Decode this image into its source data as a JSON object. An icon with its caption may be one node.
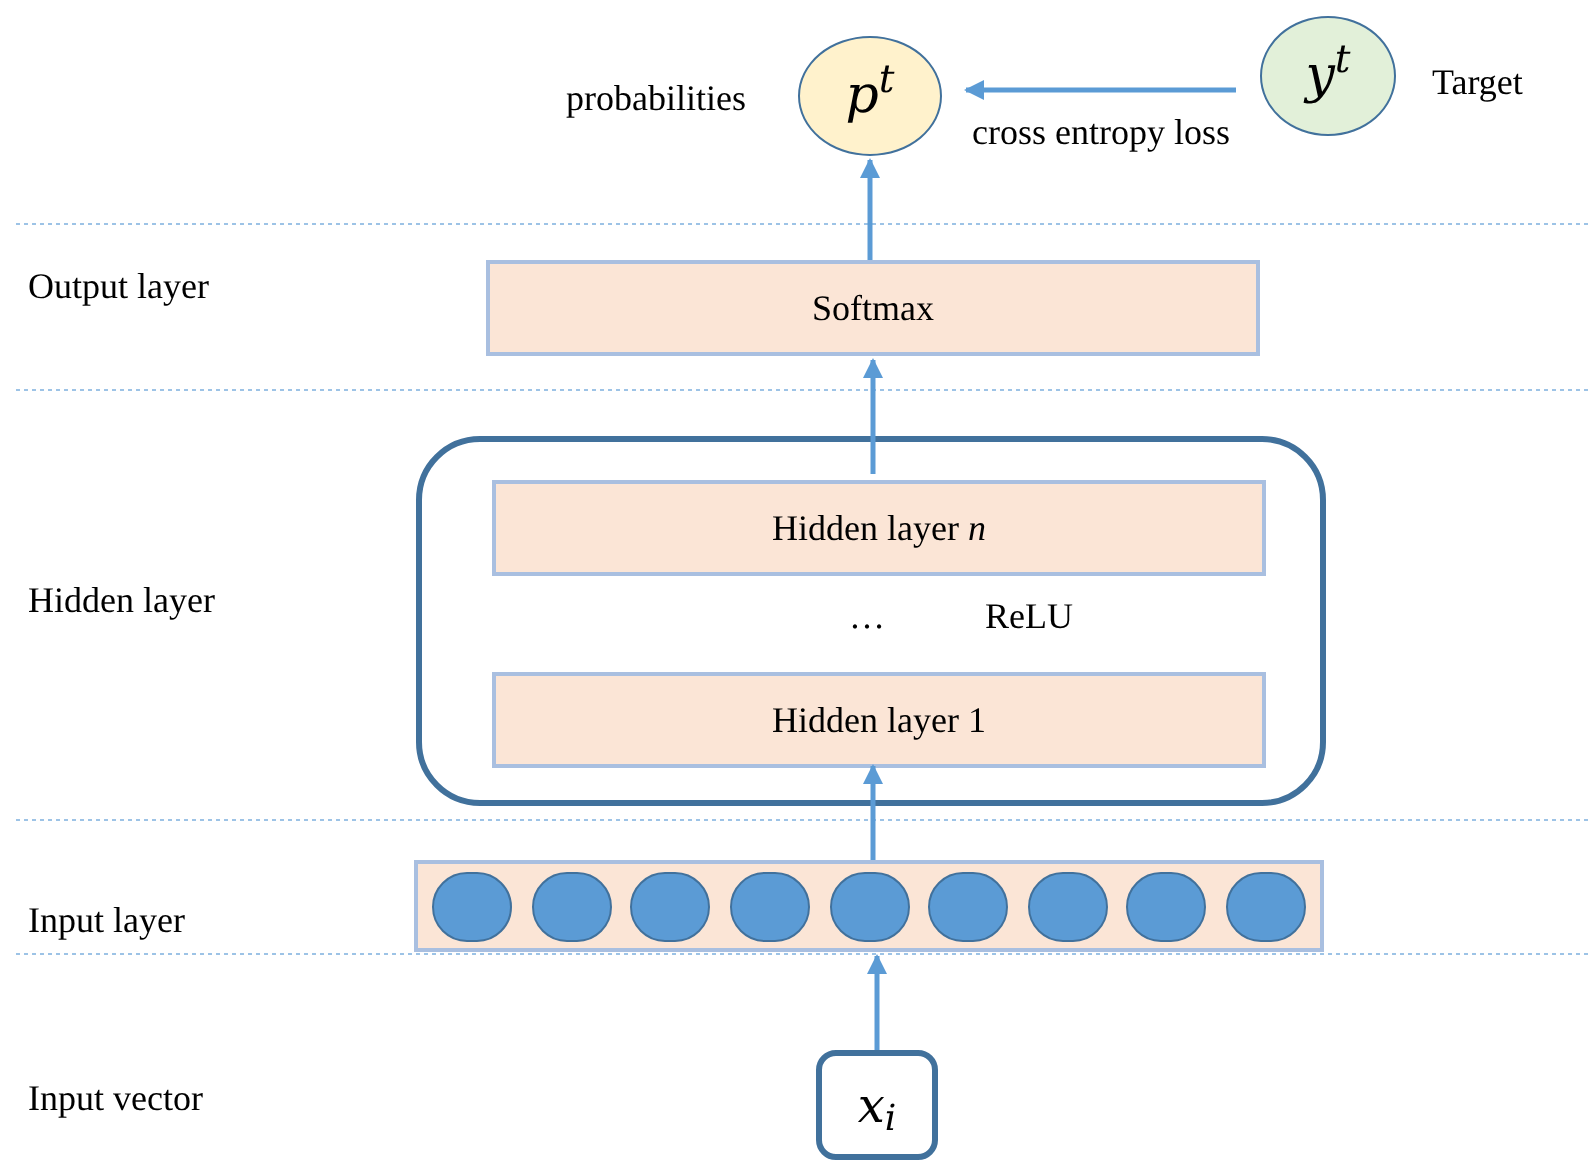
{
  "diagram": {
    "nodes": [
      {
        "text": [
          "p$^{t}$"
        ],
        "beside": [
          "probabilities"
        ]
      },
      {
        "text": [
          "y$^{t}$"
        ],
        "beside": [
          "Target"
        ]
      },
      {
        "text": [
          "Softmax"
        ]
      },
      {
        "text": [
          "…",
          "ReLU"
        ]
      },
      {
        "text": [
          "Hidden layer *n*"
        ],
        "in": 3
      },
      {
        "text": [
          "Hidden layer 1"
        ],
        "in": 3
      },
      {
        "text": [],
        "shape": "bar"
      },
      {
        "text": [],
        "shape": "circle",
        "in": 6
      },
      {
        "text": [],
        "shape": "circle",
        "in": 6
      },
      {
        "text": [],
        "shape": "circle",
        "in": 6
      },
      {
        "text": [],
        "shape": "circle",
        "in": 6
      },
      {
        "text": [],
        "shape": "circle",
        "in": 6
      },
      {
        "text": [],
        "shape": "circle",
        "in": 6
      },
      {
        "text": [],
        "shape": "circle",
        "in": 6
      },
      {
        "text": [],
        "shape": "circle",
        "in": 6
      },
      {
        "text": [],
        "shape": "circle",
        "in": 6
      },
      {
        "text": [
          "x$_{i}$"
        ]
      }
    ],
    "edges": [
      {
        "from": 1,
        "to": 0,
        "arrow": "to",
        "label": "cross entropy loss"
      },
      {
        "from": 2,
        "to": 0,
        "arrow": "to"
      },
      {
        "from": 4,
        "to": 2,
        "arrow": "to"
      },
      {
        "from": 6,
        "to": 5,
        "arrow": "to"
      },
      {
        "from": 16,
        "to": 6,
        "arrow": "to"
      }
    ],
    "labels": [
      "Output layer",
      "Hidden layer",
      "Input layer",
      "Input vector"
    ]
  }
}
